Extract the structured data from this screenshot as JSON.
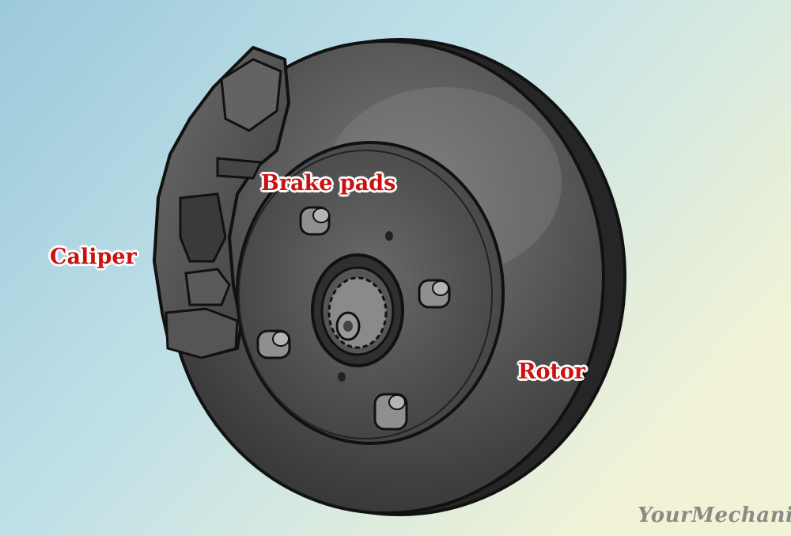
{
  "labels": {
    "caliper": "Caliper",
    "brake_pads": "Brake pads",
    "rotor": "Rotor"
  },
  "watermark": "YourMechanic",
  "colors": {
    "label_text": "#cc1111",
    "label_outline": "#ffffff",
    "background_left": "#a9d3e0",
    "background_right": "#eef3da",
    "rotor_metal": "#5a5a5a",
    "outline": "#1a1a1a"
  }
}
